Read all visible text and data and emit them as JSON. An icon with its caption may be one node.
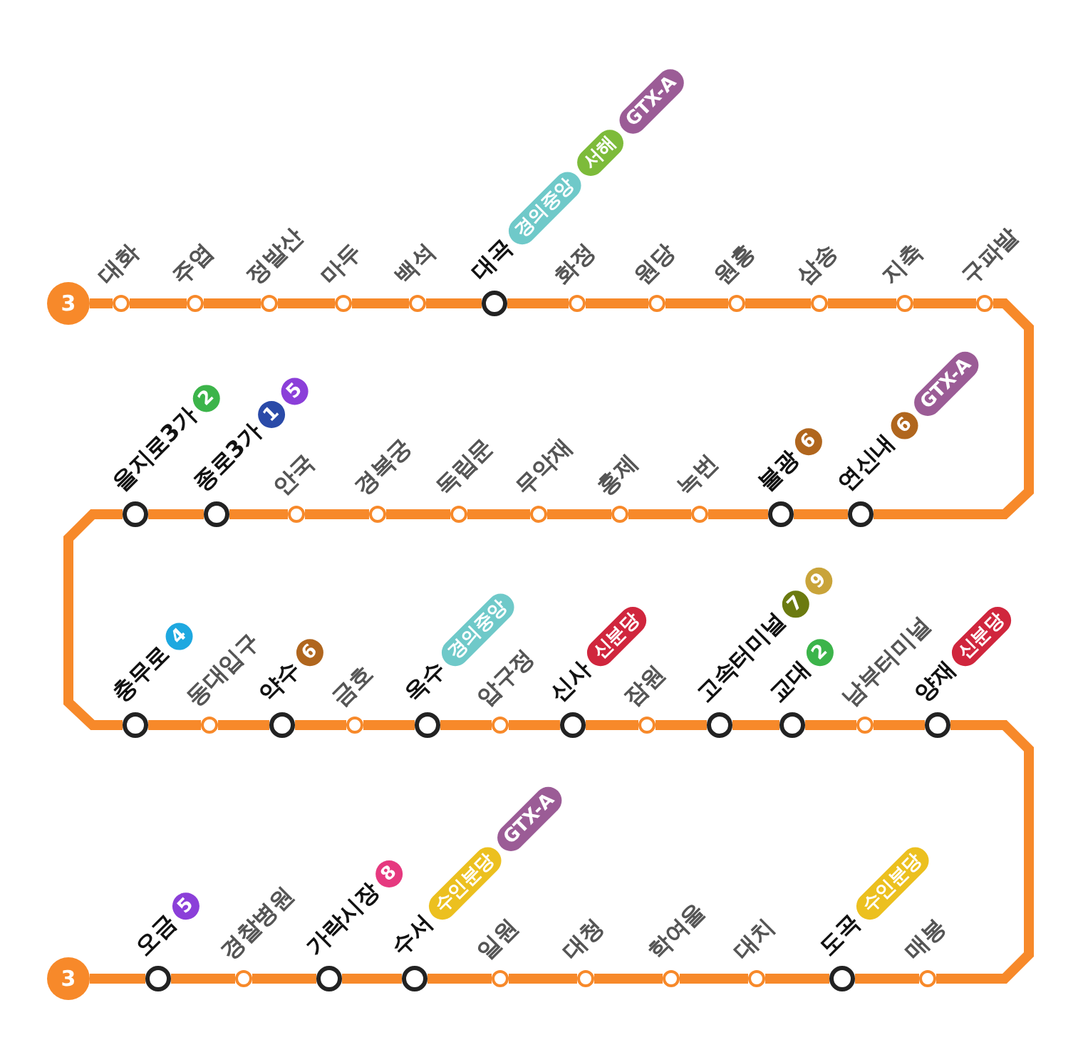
{
  "diagram": {
    "nodes": [
      {
        "text": [
          "3"
        ]
      },
      {
        "text": [
          "대화"
        ]
      },
      {
        "text": [
          "주엽"
        ]
      },
      {
        "text": [
          "정발산"
        ]
      },
      {
        "text": [
          "마두"
        ]
      },
      {
        "text": [
          "백석"
        ]
      },
      {
        "text": [
          "대곡"
        ],
        "beside": [
          "경의중앙",
          "서해",
          "GTX-A"
        ]
      },
      {
        "text": [
          "화정"
        ]
      },
      {
        "text": [
          "원당"
        ]
      },
      {
        "text": [
          "원흥"
        ]
      },
      {
        "text": [
          "삼송"
        ]
      },
      {
        "text": [
          "지축"
        ]
      },
      {
        "text": [
          "구파발"
        ]
      },
      {
        "text": [
          "을지로3가"
        ]
      },
      {
        "text": [
          "종로3가"
        ],
        "beside": [
          "1",
          "5"
        ]
      },
      {
        "text": [
          "안국"
        ]
      },
      {
        "text": [
          "경복궁"
        ]
      },
      {
        "text": [
          "독립문"
        ]
      },
      {
        "text": [
          "무악재"
        ]
      },
      {
        "text": [
          "홍제"
        ]
      },
      {
        "text": [
          "녹번"
        ]
      },
      {
        "text": [
          "불광"
        ],
        "beside": [
          "6"
        ]
      },
      {
        "text": [
          "연신내"
        ],
        "beside": [
          "6",
          "GTX-A"
        ]
      },
      {
        "text": [
          "충무로"
        ]
      },
      {
        "text": [
          "동대입구"
        ]
      },
      {
        "text": [
          "약수"
        ],
        "beside": [
          "6"
        ]
      },
      {
        "text": [
          "금호"
        ]
      },
      {
        "text": [
          "옥수"
        ],
        "beside": [
          "경의중앙"
        ]
      },
      {
        "text": [
          "압구정"
        ]
      },
      {
        "text": [
          "신사"
        ],
        "beside": [
          "신분당"
        ]
      },
      {
        "text": [
          "잠원"
        ]
      },
      {
        "text": [
          "고속터미널"
        ],
        "beside": [
          "7",
          "9"
        ]
      },
      {
        "text": [
          "교대"
        ],
        "beside": [
          "2"
        ]
      },
      {
        "text": [
          "남부터미널"
        ]
      },
      {
        "text": [
          "양재"
        ],
        "beside": [
          "신분당"
        ]
      },
      {
        "text": [
          "3"
        ]
      },
      {
        "text": [
          "오금"
        ],
        "beside": [
          "5"
        ]
      },
      {
        "text": [
          "경찰병원"
        ]
      },
      {
        "text": [
          "가락시장"
        ]
      },
      {
        "text": [
          "수서"
        ],
        "beside": [
          "수인분당",
          "GTX-A"
        ]
      },
      {
        "text": [
          "일원"
        ]
      },
      {
        "text": [
          "대청"
        ]
      },
      {
        "text": [
          "학여울"
        ]
      },
      {
        "text": [
          "대치"
        ]
      },
      {
        "text": [
          "도곡"
        ],
        "beside": [
          "수인분당"
        ]
      },
      {
        "text": [
          "매봉"
        ]
      }
    ],
    "edges": [
      {
        "from": 0,
        "to": 1,
        "arrow": "none"
      },
      {
        "from": 1,
        "to": 2,
        "arrow": "none"
      },
      {
        "from": 2,
        "to": 3,
        "arrow": "none"
      },
      {
        "from": 3,
        "to": 4,
        "arrow": "none"
      },
      {
        "from": 4,
        "to": 5,
        "arrow": "none"
      },
      {
        "from": 5,
        "to": 6,
        "arrow": "none"
      },
      {
        "from": 6,
        "to": 7,
        "arrow": "none"
      },
      {
        "from": 7,
        "to": 8,
        "arrow": "none"
      },
      {
        "from": 8,
        "to": 9,
        "arrow": "none"
      },
      {
        "from": 9,
        "to": 10,
        "arrow": "none"
      },
      {
        "from": 10,
        "to": 11,
        "arrow": "none"
      },
      {
        "from": 11,
        "to": 12,
        "arrow": "none"
      },
      {
        "from": 12,
        "to": 22,
        "arrow": "none"
      },
      {
        "from": 22,
        "to": 21,
        "arrow": "none"
      },
      {
        "from": 21,
        "to": 20,
        "arrow": "none"
      },
      {
        "from": 20,
        "to": 19,
        "arrow": "none"
      },
      {
        "from": 19,
        "to": 18,
        "arrow": "none"
      },
      {
        "from": 18,
        "to": 17,
        "arrow": "none"
      },
      {
        "from": 17,
        "to": 16,
        "arrow": "none"
      },
      {
        "from": 16,
        "to": 15,
        "arrow": "none"
      },
      {
        "from": 15,
        "to": 14,
        "arrow": "none"
      },
      {
        "from": 14,
        "to": 13,
        "arrow": "none"
      },
      {
        "from": 13,
        "to": 23,
        "arrow": "none"
      },
      {
        "from": 23,
        "to": 24,
        "arrow": "none"
      },
      {
        "from": 24,
        "to": 25,
        "arrow": "none"
      },
      {
        "from": 25,
        "to": 26,
        "arrow": "none"
      },
      {
        "from": 26,
        "to": 27,
        "arrow": "none"
      },
      {
        "from": 27,
        "to": 28,
        "arrow": "none"
      },
      {
        "from": 28,
        "to": 29,
        "arrow": "none"
      },
      {
        "from": 29,
        "to": 30,
        "arrow": "none"
      },
      {
        "from": 30,
        "to": 31,
        "arrow": "none"
      },
      {
        "from": 31,
        "to": 32,
        "arrow": "none"
      },
      {
        "from": 32,
        "to": 33,
        "arrow": "none"
      },
      {
        "from": 33,
        "to": 34,
        "arrow": "none"
      },
      {
        "from": 34,
        "to": 45,
        "arrow": "none"
      },
      {
        "from": 45,
        "to": 44,
        "arrow": "none"
      },
      {
        "from": 44,
        "to": 43,
        "arrow": "none"
      },
      {
        "from": 43,
        "to": 42,
        "arrow": "none"
      },
      {
        "from": 42,
        "to": 41,
        "arrow": "none"
      },
      {
        "from": 41,
        "to": 40,
        "arrow": "none"
      },
      {
        "from": 40,
        "to": 39,
        "arrow": "none"
      },
      {
        "from": 39,
        "to": 38,
        "arrow": "none"
      },
      {
        "from": 38,
        "to": 37,
        "arrow": "none"
      },
      {
        "from": 37,
        "to": 36,
        "arrow": "none"
      },
      {
        "from": 36,
        "to": 35,
        "arrow": "none"
      }
    ],
    "labels": [
      "2",
      "4",
      "8"
    ]
  }
}
